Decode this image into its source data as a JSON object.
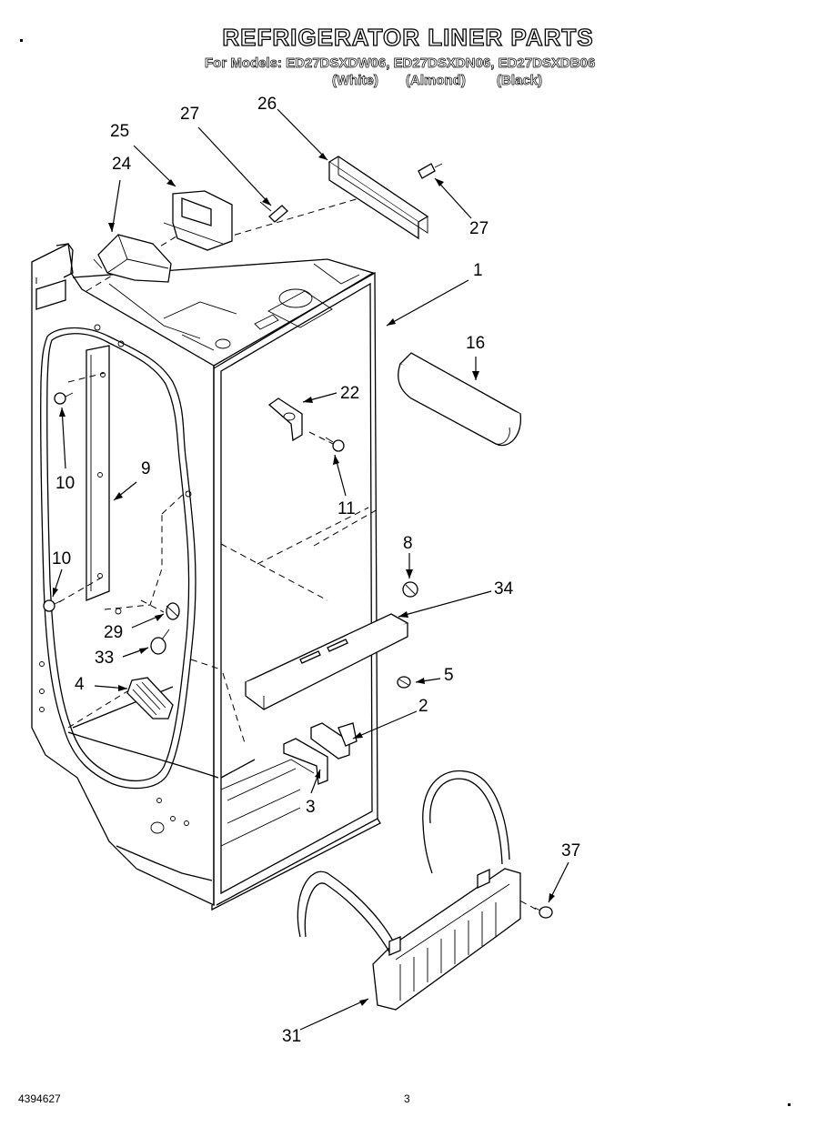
{
  "header": {
    "title": "REFRIGERATOR LINER PARTS",
    "models_line": "For Models: ED27DSXDW06, ED27DSXDN06, ED27DSXDB06",
    "variants": [
      "(White)",
      "(Almond)",
      "(Black)"
    ]
  },
  "callouts": [
    {
      "id": "c25",
      "label": "25"
    },
    {
      "id": "c27a",
      "label": "27"
    },
    {
      "id": "c26",
      "label": "26"
    },
    {
      "id": "c24",
      "label": "24"
    },
    {
      "id": "c27b",
      "label": "27"
    },
    {
      "id": "c1",
      "label": "1"
    },
    {
      "id": "c16",
      "label": "16"
    },
    {
      "id": "c22",
      "label": "22"
    },
    {
      "id": "c10a",
      "label": "10"
    },
    {
      "id": "c9",
      "label": "9"
    },
    {
      "id": "c11",
      "label": "11"
    },
    {
      "id": "c8",
      "label": "8"
    },
    {
      "id": "c10b",
      "label": "10"
    },
    {
      "id": "c34",
      "label": "34"
    },
    {
      "id": "c29",
      "label": "29"
    },
    {
      "id": "c33",
      "label": "33"
    },
    {
      "id": "c5",
      "label": "5"
    },
    {
      "id": "c4",
      "label": "4"
    },
    {
      "id": "c2",
      "label": "2"
    },
    {
      "id": "c3",
      "label": "3"
    },
    {
      "id": "c37",
      "label": "37"
    },
    {
      "id": "c31",
      "label": "31"
    }
  ],
  "footer": {
    "doc_number": "4394627",
    "page_number": "3"
  }
}
